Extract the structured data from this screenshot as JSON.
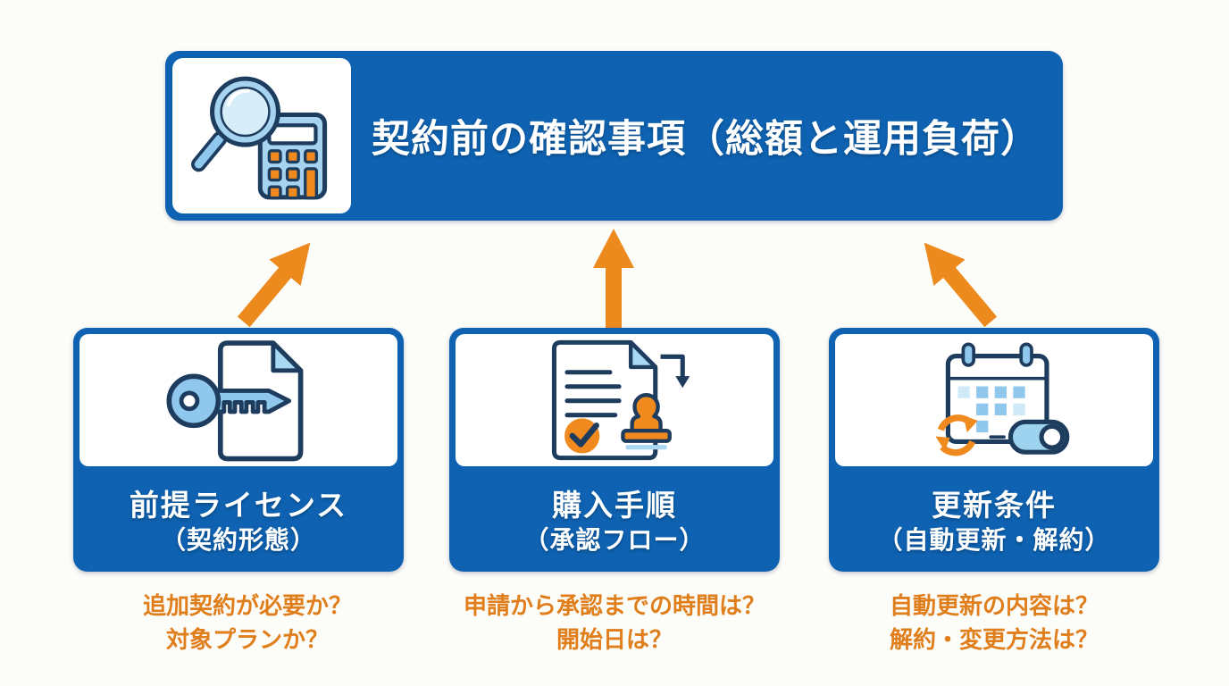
{
  "colors": {
    "primary_blue": "#0e62b1",
    "icon_outline_navy": "#1e3c5e",
    "light_blue": "#8fc8ec",
    "pale_blue": "#d8edfa",
    "arrow_orange": "#ec8a1e",
    "caption_orange": "#e07e1c",
    "background": "#fcfcf9"
  },
  "header": {
    "title": "契約前の確認事項（総額と運用負荷）",
    "icon": "magnifier-calculator-icon"
  },
  "arrows": [
    {
      "name": "arrow-up-right",
      "direction": "up-right"
    },
    {
      "name": "arrow-up",
      "direction": "up"
    },
    {
      "name": "arrow-up-left",
      "direction": "up-left"
    }
  ],
  "cards": [
    {
      "icon": "key-document-icon",
      "title_line1": "前提ライセンス",
      "title_line2": "（契約形態）",
      "caption_line1": "追加契約が必要か？",
      "caption_line2": "対象プランか？"
    },
    {
      "icon": "approval-stamp-document-icon",
      "title_line1": "購入手順",
      "title_line2": "（承認フロー）",
      "caption_line1": "申請から承認までの時間は？",
      "caption_line2": "開始日は？"
    },
    {
      "icon": "calendar-renewal-toggle-icon",
      "title_line1": "更新条件",
      "title_line2": "（自動更新・解約）",
      "caption_line1": "自動更新の内容は？",
      "caption_line2": "解約・変更方法は？"
    }
  ]
}
